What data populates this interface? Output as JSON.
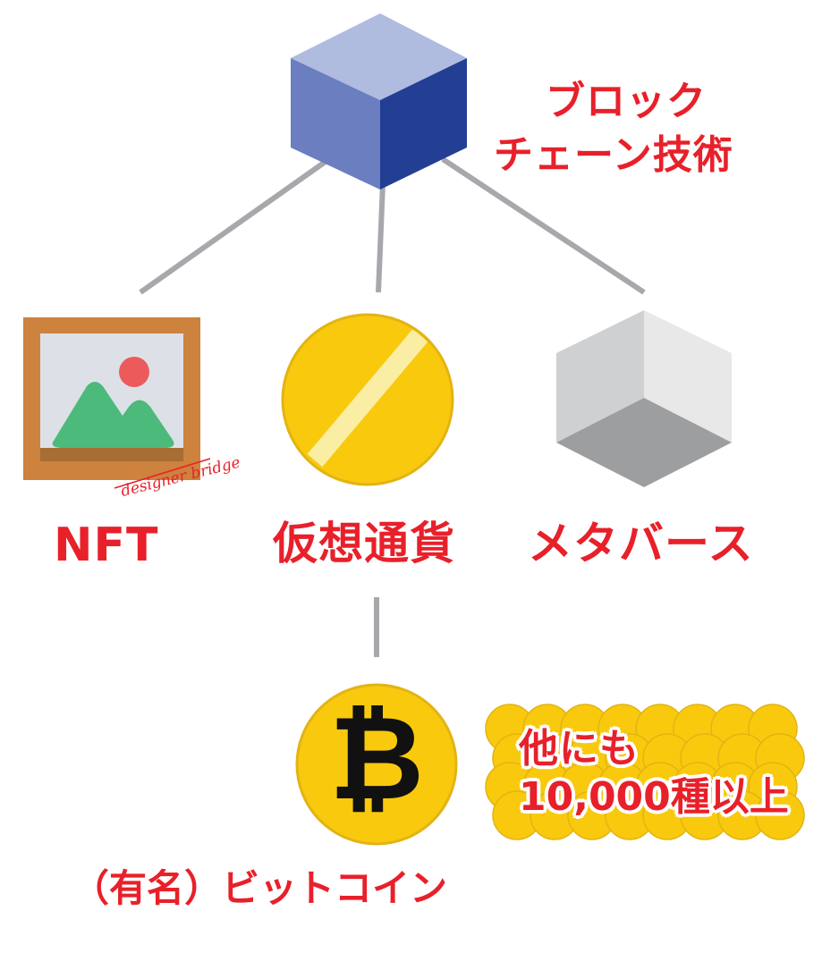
{
  "root": {
    "label_line1": "ブロック",
    "label_line2": "チェーン技術"
  },
  "children": [
    {
      "label": "NFT"
    },
    {
      "label": "仮想通貨"
    },
    {
      "label": "メタバース"
    }
  ],
  "bitcoin": {
    "label": "（有名）ビットコイン",
    "symbol": "₿"
  },
  "others": {
    "line1": "他にも",
    "line2": "10,000種以上"
  },
  "watermark": "designer bridge",
  "colors": {
    "label": "#e8202a",
    "line": "#a7a8ac",
    "coin": "#f9c90e",
    "cube_front": "#6a7ec0",
    "cube_side": "#233f94",
    "cube_top": "#b0bbe0"
  }
}
